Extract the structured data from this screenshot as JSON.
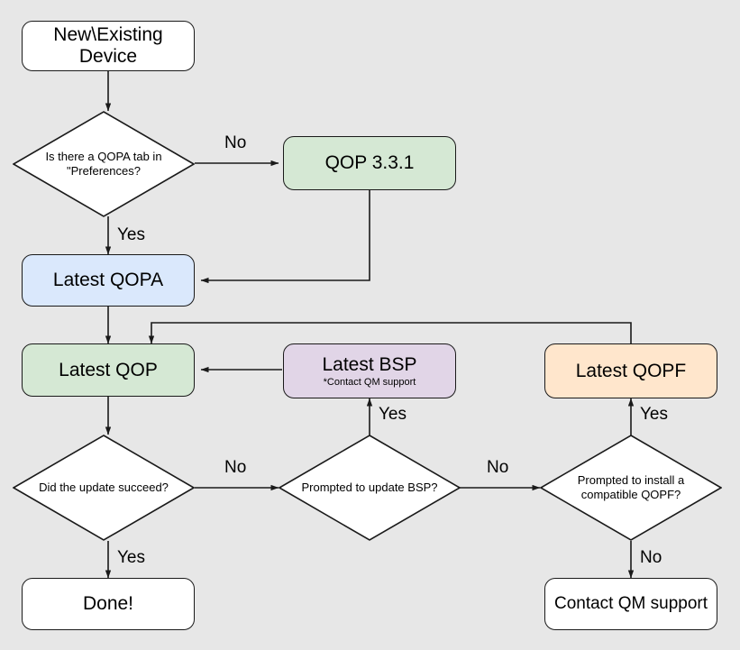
{
  "diagram": {
    "type": "flowchart",
    "background_color": "#e7e7e7",
    "stroke_color": "#1a1a1a",
    "title": "New\\Existing Device update flowchart"
  },
  "nodes": {
    "start": {
      "label": "New\\Existing\nDevice",
      "fill": "#ffffff"
    },
    "qopa_tab_question": {
      "label": "Is there a QOPA tab in\n\"Preferences?",
      "fill": "#ffffff"
    },
    "qop_331": {
      "label": "QOP 3.3.1",
      "fill": "#d5e8d4"
    },
    "latest_qopa": {
      "label": "Latest QOPA",
      "fill": "#dae8fc"
    },
    "latest_qop": {
      "label": "Latest QOP",
      "fill": "#d5e8d4"
    },
    "latest_bsp": {
      "label": "Latest BSP",
      "sub": "*Contact QM support",
      "fill": "#e1d5e7"
    },
    "latest_qopf": {
      "label": "Latest QOPF",
      "fill": "#ffe6cc"
    },
    "update_succeed_question": {
      "label": "Did the update succeed?",
      "fill": "#ffffff"
    },
    "prompted_bsp_question": {
      "label": "Prompted to update BSP?",
      "fill": "#ffffff"
    },
    "prompted_qopf_question": {
      "label": "Prompted to install a\ncompatible QOPF?",
      "fill": "#ffffff"
    },
    "done": {
      "label": "Done!",
      "fill": "#ffffff"
    },
    "contact_qm_support": {
      "label": "Contact QM support",
      "fill": "#ffffff"
    }
  },
  "edge_labels": {
    "qopa_tab_no": "No",
    "qopa_tab_yes": "Yes",
    "update_succeed_no": "No",
    "update_succeed_yes": "Yes",
    "prompted_bsp_yes": "Yes",
    "prompted_bsp_no": "No",
    "prompted_qopf_yes": "Yes",
    "prompted_qopf_no": "No"
  }
}
